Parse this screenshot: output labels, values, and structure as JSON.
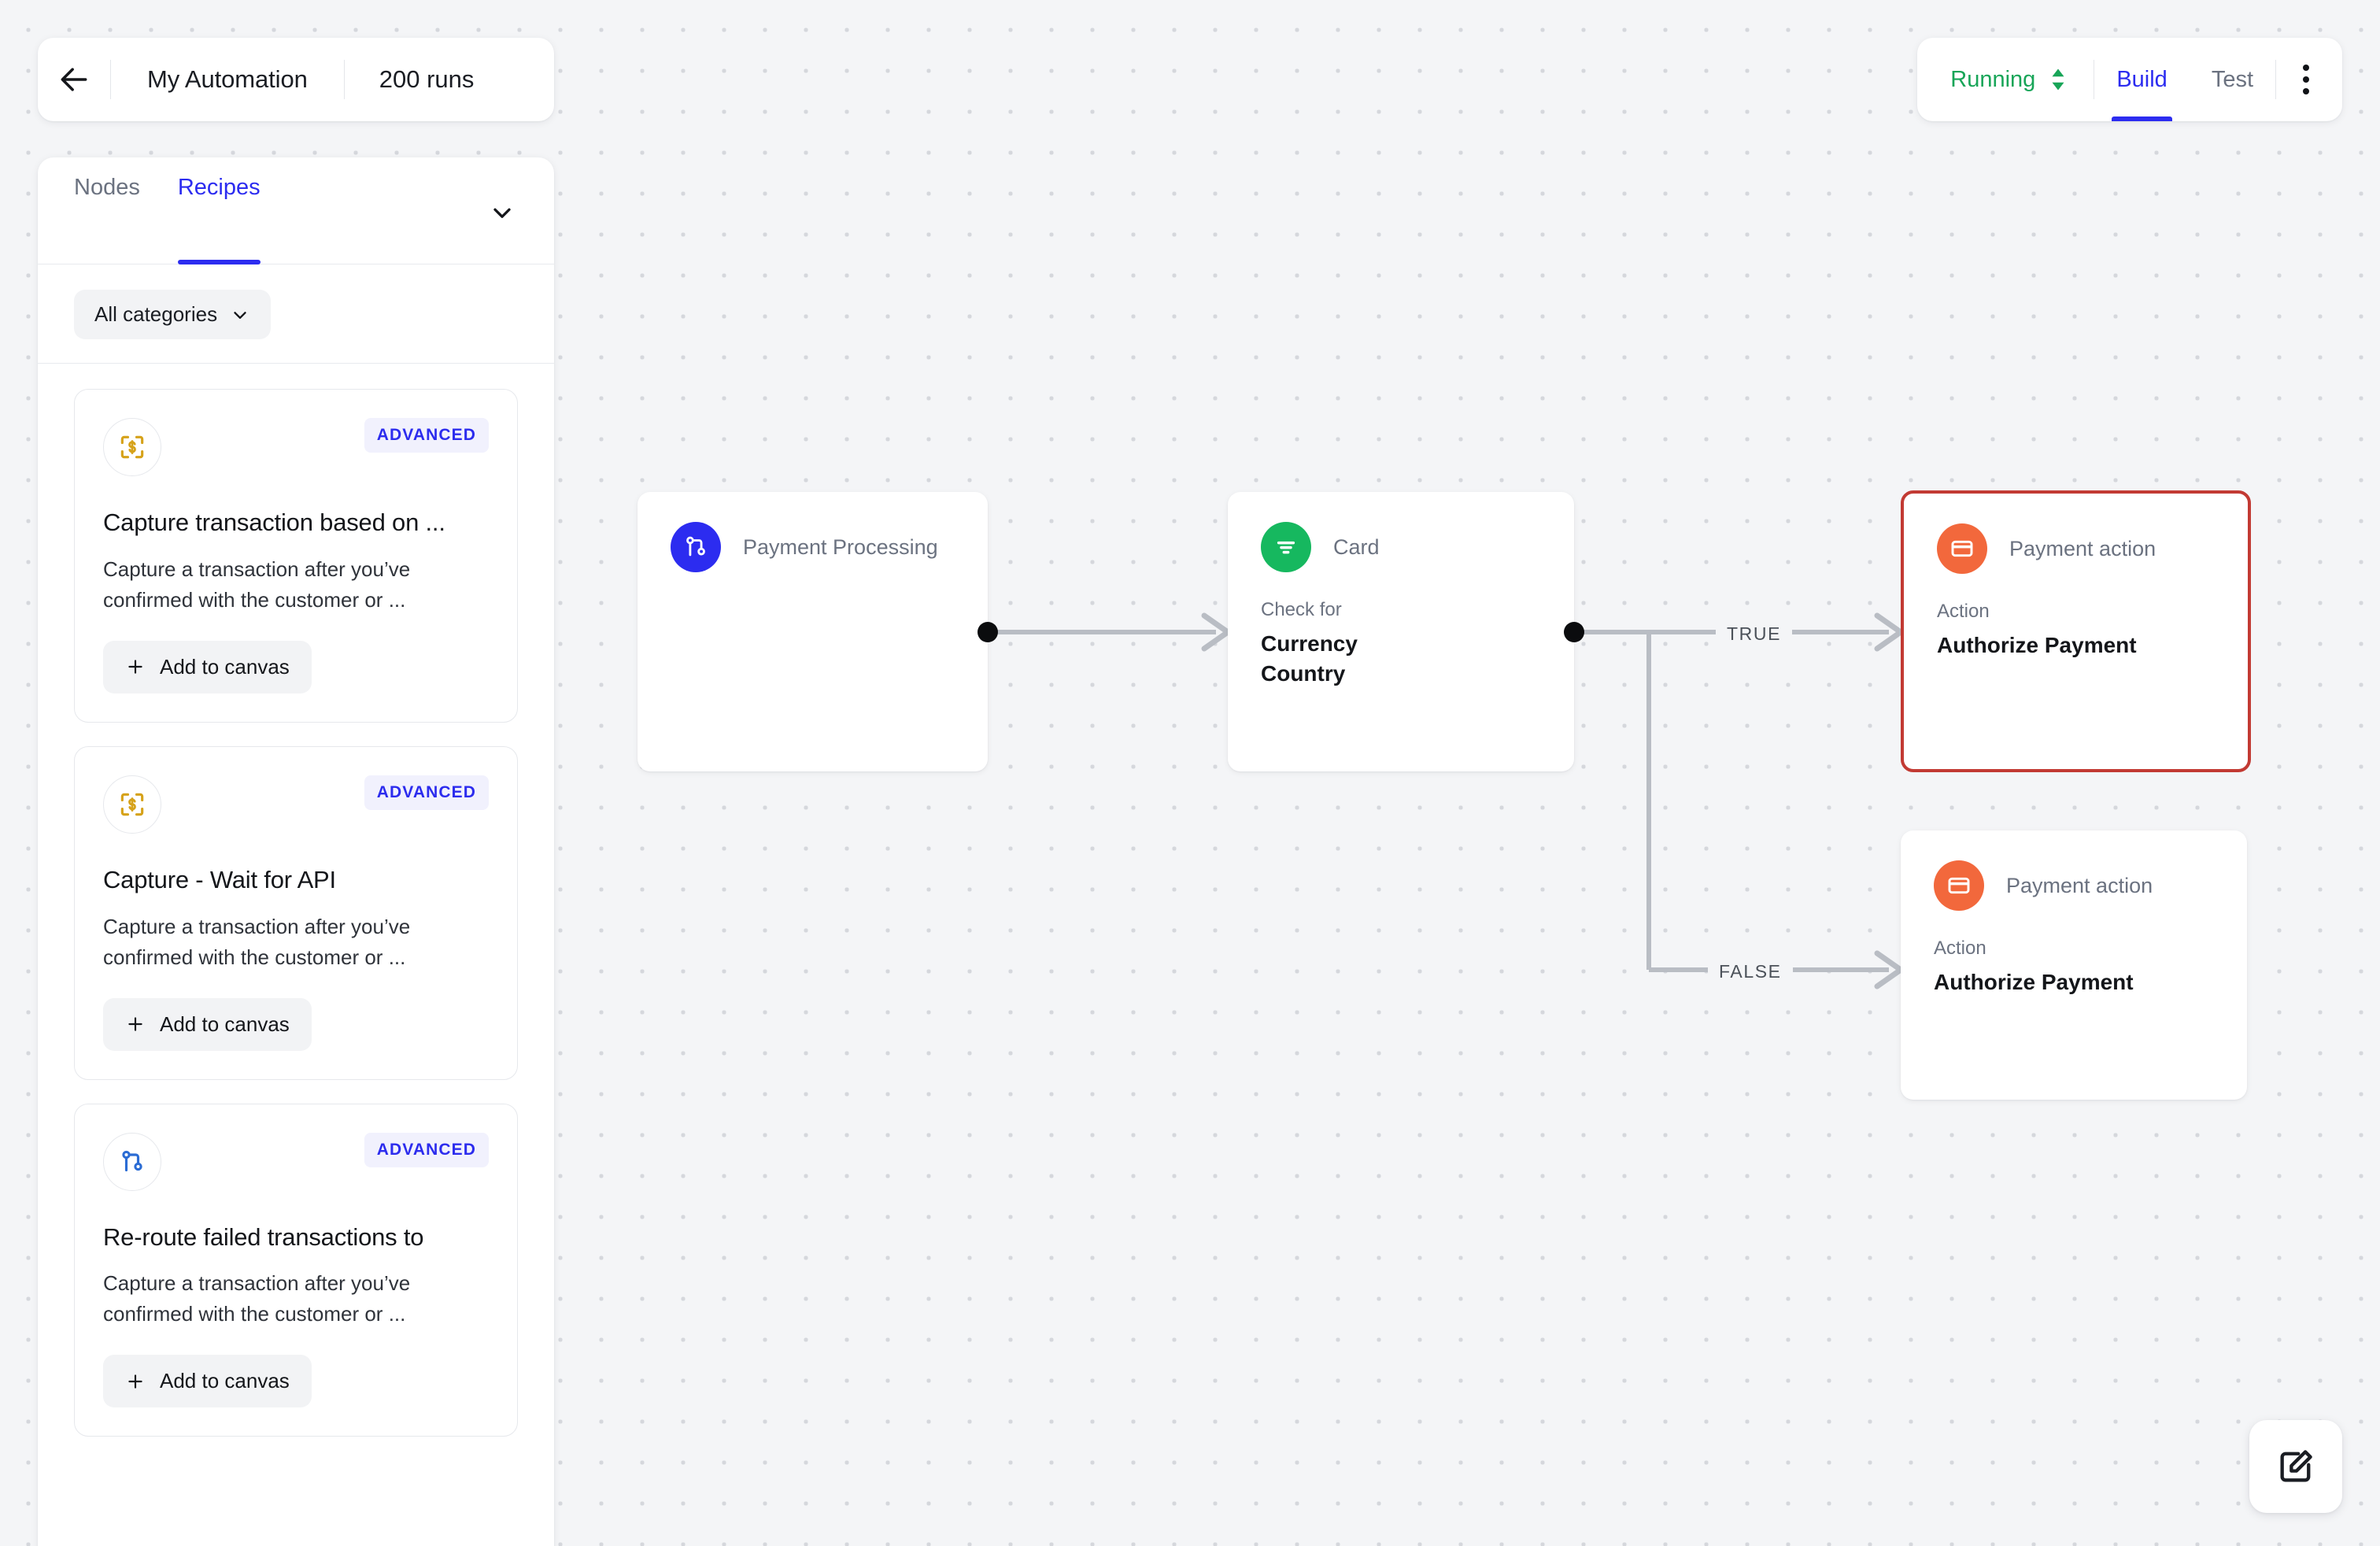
{
  "header": {
    "back_icon": "arrow-left-icon",
    "title": "My Automation",
    "runs": "200 runs"
  },
  "header_right": {
    "status": "Running",
    "status_color": "#18A558",
    "status_selector_icon": "up-down-arrows-icon",
    "modes": [
      {
        "label": "Build",
        "active": true
      },
      {
        "label": "Test",
        "active": false
      }
    ],
    "menu_icon": "kebab-menu-icon"
  },
  "panel": {
    "tabs": [
      {
        "label": "Nodes",
        "active": false
      },
      {
        "label": "Recipes",
        "active": true
      }
    ],
    "collapse_icon": "chevron-down-icon",
    "filter": {
      "label": "All categories",
      "icon": "chevron-down-icon"
    },
    "cards": [
      {
        "icon": "scan-dollar-icon",
        "icon_color": "#D6A21A",
        "badge": "ADVANCED",
        "title": "Capture transaction based on ...",
        "description": "Capture a transaction after you’ve confirmed with the customer or ...",
        "action_label": "Add to canvas",
        "action_icon": "plus-icon"
      },
      {
        "icon": "scan-dollar-icon",
        "icon_color": "#D6A21A",
        "badge": "ADVANCED",
        "title": "Capture - Wait for API",
        "description": "Capture a transaction after you’ve confirmed with the customer or ...",
        "action_label": "Add to canvas",
        "action_icon": "plus-icon"
      },
      {
        "icon": "git-branch-icon",
        "icon_color": "#2B6CD4",
        "badge": "ADVANCED",
        "title": "Re-route failed transactions to",
        "description": "Capture a transaction after you’ve confirmed with the customer or ...",
        "action_label": "Add to canvas",
        "action_icon": "plus-icon"
      }
    ]
  },
  "canvas": {
    "nodes": [
      {
        "id": "trigger",
        "icon": "git-branch-icon",
        "avatar_color": "#2C2CF0",
        "kind": "Payment Processing",
        "label": "",
        "value": "",
        "selected": false
      },
      {
        "id": "condition",
        "icon": "filter-icon",
        "avatar_color": "#16B85F",
        "kind": "Card",
        "label": "Check for",
        "value": "Currency\nCountry",
        "selected": false
      },
      {
        "id": "action-true",
        "icon": "credit-card-icon",
        "avatar_color": "#F2683C",
        "kind": "Payment action",
        "label": "Action",
        "value": "Authorize Payment",
        "selected": true
      },
      {
        "id": "action-false",
        "icon": "credit-card-icon",
        "avatar_color": "#F2683C",
        "kind": "Payment action",
        "label": "Action",
        "value": "Authorize Payment",
        "selected": false
      }
    ],
    "edge_labels": {
      "true": "TRUE",
      "false": "FALSE"
    }
  },
  "fab": {
    "icon": "edit-square-icon"
  }
}
